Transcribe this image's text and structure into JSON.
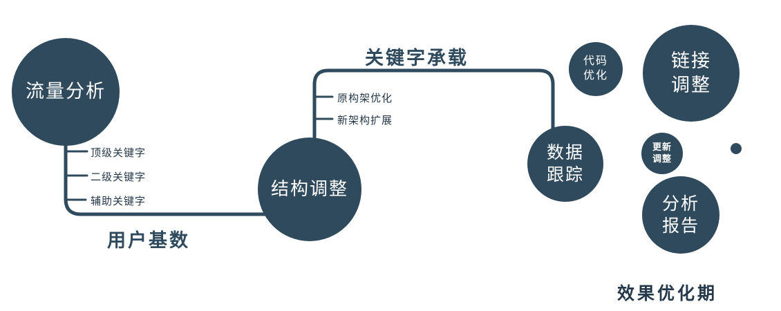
{
  "diagram": {
    "colors": {
      "primary": "#2e4a5c",
      "label_text": "#25384a",
      "node_text": "#ffffff"
    },
    "nodes": {
      "traffic_analysis": {
        "label": "流量分析"
      },
      "structure_adjust": {
        "label": "结构调整"
      },
      "data_tracking": {
        "line1": "数据",
        "line2": "跟踪"
      },
      "code_optimize": {
        "line1": "代码",
        "line2": "优化"
      },
      "link_adjust": {
        "line1": "链接",
        "line2": "调整"
      },
      "update_adjust": {
        "line1": "更新",
        "line2": "调整"
      },
      "analysis_report": {
        "line1": "分析",
        "line2": "报告"
      }
    },
    "edge_labels": {
      "user_base": "用户基数",
      "keyword_carry": "关键字承载"
    },
    "branch_labels": {
      "left": [
        "顶级关键字",
        "二级关键字",
        "辅助关键字"
      ],
      "middle": [
        "原构架优化",
        "新架构扩展"
      ]
    },
    "caption": "效果优化期"
  }
}
